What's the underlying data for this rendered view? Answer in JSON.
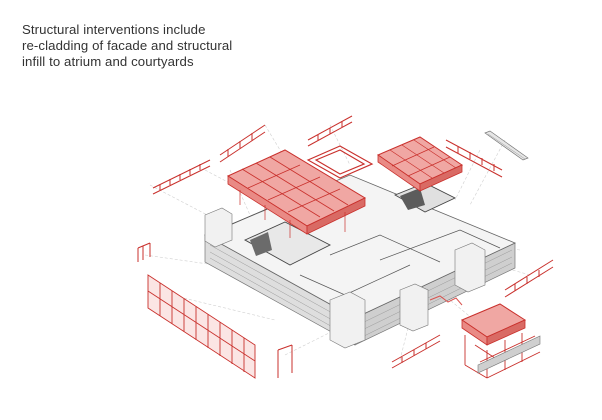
{
  "caption": {
    "lines": [
      "Structural interventions include",
      "re-cladding of facade and structural",
      "infill to atrium and  courtyards"
    ]
  },
  "colors": {
    "background": "#ffffff",
    "text": "#333333",
    "steel": "#d9534f",
    "steel_fill": "#f0a7a3",
    "building_face": "#f3f3f3",
    "building_dark": "#cfcfcf",
    "line": "#555555",
    "guide": "#cfcfcf"
  },
  "icons": [
    "exploded-axonometric-diagram"
  ]
}
